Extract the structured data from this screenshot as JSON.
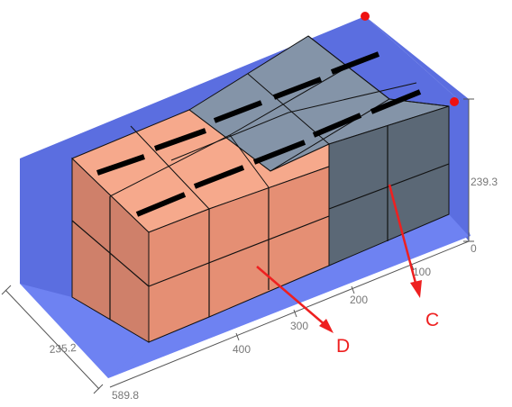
{
  "colors": {
    "container_wall": "#5b6ee0",
    "container_floor": "#6e82f2",
    "orange_top": "#f6a98c",
    "orange_front": "#cf806a",
    "orange_side": "#e58f74",
    "gray_top": "#8494a8",
    "gray_front": "#5b6876",
    "gray_side": "#6b7987",
    "edge": "#111111",
    "handle": "#000000",
    "marker": "#ee1111",
    "callout": "#ee2020"
  },
  "dimensions": {
    "height_value": "239.3",
    "height_zero": "0",
    "depth_value": "235.2",
    "length_value": "589.8",
    "ticks": [
      "100",
      "200",
      "300",
      "400"
    ]
  },
  "callouts": [
    {
      "id": "C",
      "label": "C"
    },
    {
      "id": "D",
      "label": "D"
    }
  ]
}
